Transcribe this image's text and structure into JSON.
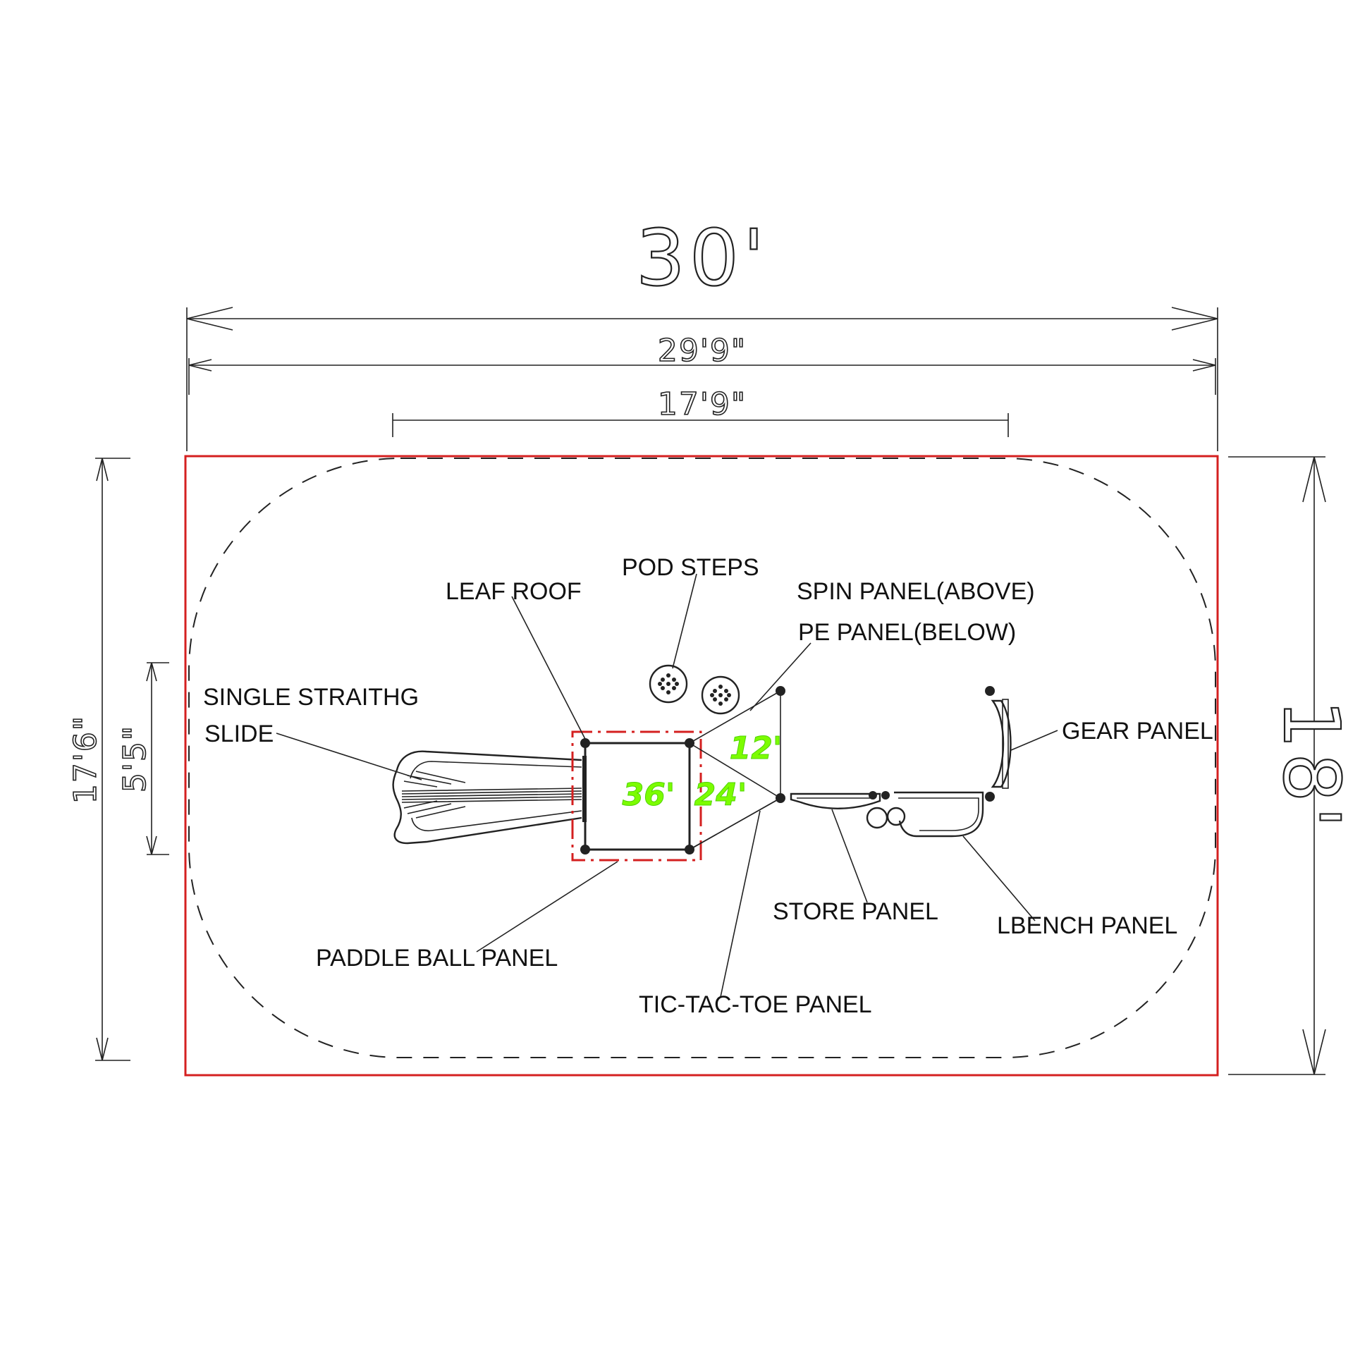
{
  "dimensions": {
    "overall_width": "30'",
    "inner_width": "29'9\"",
    "structure_width": "17'9\"",
    "overall_depth": "18'",
    "inner_depth": "17'6\"",
    "structure_depth": "5'5\""
  },
  "labels": {
    "pod_steps": "POD STEPS",
    "leaf_roof": "LEAF ROOF",
    "spin_panel": "SPIN PANEL(ABOVE)",
    "pe_panel": "PE PANEL(BELOW)",
    "single_slide_line1": "SINGLE STRAITHG",
    "single_slide_line2": "SLIDE",
    "gear_panel": "GEAR PANEL",
    "store_panel": "STORE PANEL",
    "lbench_panel": "LBENCH PANEL",
    "paddle_ball_panel": "PADDLE BALL PANEL",
    "tic_tac_toe_panel": "TIC-TAC-TOE PANEL"
  },
  "deck_heights": {
    "deck_a": "36'",
    "deck_b": "24'",
    "deck_c": "12'"
  },
  "colors": {
    "boundary": "#d42020",
    "line": "#222222",
    "deck_height": "#7cfc00"
  }
}
